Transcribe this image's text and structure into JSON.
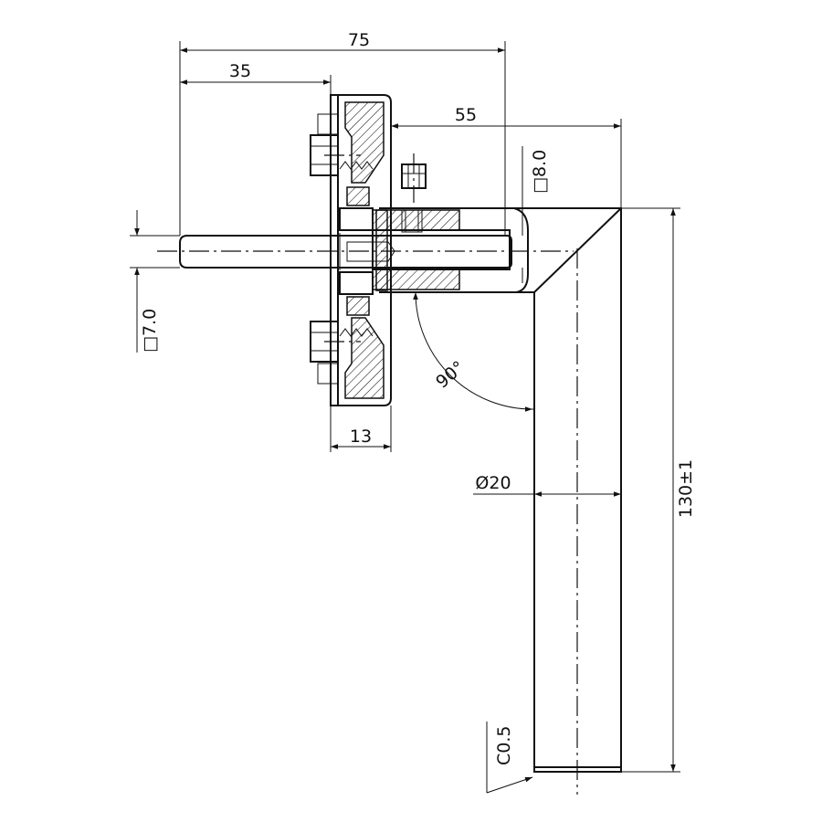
{
  "drawing": {
    "dimensions": {
      "overall_length": "75",
      "spindle_length": "35",
      "lever_offset": "55",
      "spindle_square": "□8.0",
      "square_7": "□7.0",
      "rose_thickness": "13",
      "angle": "90°",
      "grip_diameter": "Ø20",
      "lever_length": "130±1",
      "chamfer": "C0.5"
    }
  }
}
